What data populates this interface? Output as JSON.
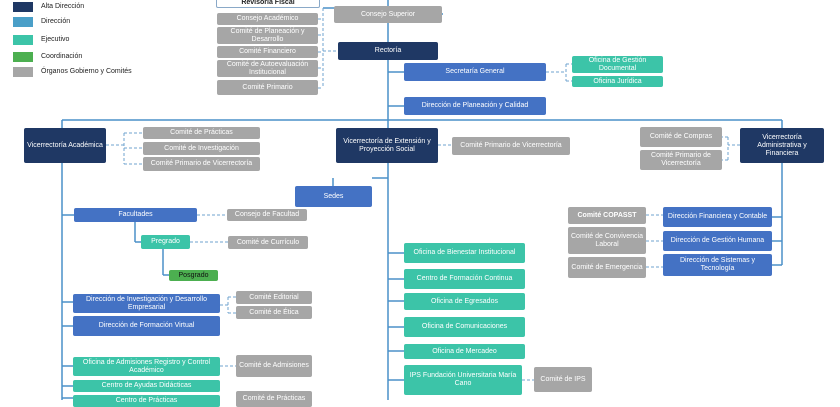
{
  "legend": [
    {
      "label": "Alta Dirección",
      "color": "#1f3864"
    },
    {
      "label": "Dirección",
      "color": "#4a9fc8"
    },
    {
      "label": "Ejecutivo",
      "color": "#3cc4a8"
    },
    {
      "label": "Coordinación",
      "color": "#4caf50"
    },
    {
      "label": "Órganos Gobierno y Comités",
      "color": "#a6a6a6"
    }
  ],
  "nodes": {
    "revisoria": "Revisoria Fiscal",
    "consejo_superior": "Consejo Superior",
    "consejo_academico": "Consejo Académico",
    "comite_planeacion": "Comité de Planeación y Desarrollo",
    "comite_financiero": "Comité Financiero",
    "comite_autoevaluacion": "Comité de Autoevaluación Institucional",
    "comite_primario": "Comité Primario",
    "rectoria": "Rectoría",
    "secretaria_general": "Secretaría General",
    "oficina_gestion_documental": "Oficina de Gestión Documental",
    "oficina_juridica": "Oficina Jurídica",
    "direccion_planeacion_calidad": "Dirección de Planeación y Calidad",
    "vic_academica": "Vicerrectoría Académica",
    "comite_practicas": "Comité de Prácticas",
    "comite_investigacion": "Comité de Investigación",
    "comite_primario_vic_acad": "Comité Primario de Vicerrectoría",
    "vic_extension": "Vicerrectoría de Extensión y Proyección Social",
    "comite_primario_vic_ext": "Comité Primario de Vicerrectoría",
    "comite_compras": "Comité de Compras",
    "comite_primario_vic_adm": "Comité Primario de Vicerrectoría",
    "vic_administrativa": "Vicerrectoría Administrativa y Financiera",
    "sedes": "Sedes",
    "facultades": "Facultades",
    "consejo_facultad": "Consejo de Facultad",
    "pregrado": "Pregrado",
    "comite_curriculo": "Comité de Currículo",
    "posgrado": "Posgrado",
    "dir_investigacion": "Dirección de Investigación y Desarrollo Empresarial",
    "comite_editorial": "Comité Editorial",
    "comite_etica": "Comité de Ética",
    "dir_formacion_virtual": "Dirección de Formación Virtual",
    "oficina_admisiones": "Oficina de Admisiones Registro y Control Académico",
    "comite_admisiones": "Comité de Admisiones",
    "centro_ayudas": "Centro de Ayudas Didácticas",
    "centro_practicas": "Centro de Prácticas",
    "comite_partial": "Comité de Prácticas",
    "oficina_bienestar": "Oficina de Bienestar Institucional",
    "centro_formacion": "Centro de Formación Continua",
    "oficina_egresados": "Oficina de Egresados",
    "oficina_comunicaciones": "Oficina de Comunicaciones",
    "oficina_mercadeo": "Oficina de Mercadeo",
    "ips": "IPS Fundación Universitaria María Cano",
    "comite_ips": "Comité de IPS",
    "comite_copasst": "Comité COPASST",
    "comite_convivencia": "Comité de Convivencia Laboral",
    "comite_emergencia": "Comité de Emergencia",
    "dir_financiera": "Dirección Financiera y Contable",
    "dir_gestion_humana": "Dirección de Gestión Humana",
    "dir_sistemas": "Dirección de Sistemas y Tecnología"
  }
}
